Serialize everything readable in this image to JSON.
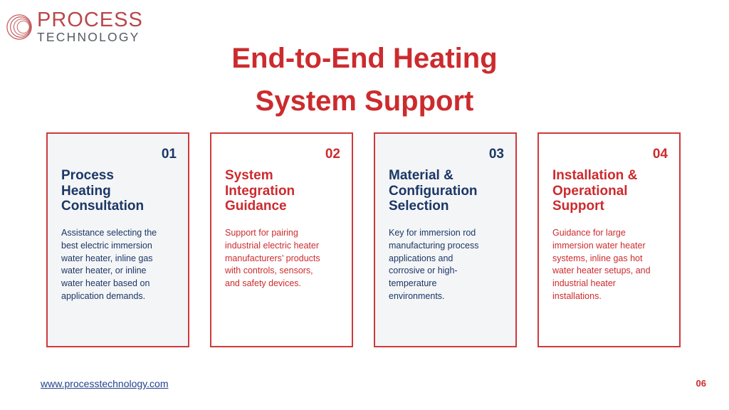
{
  "logo": {
    "line1": "PROCESS",
    "line2": "TECHNOLOGY",
    "mark_icon": "concentric-circles-logo-icon"
  },
  "title": {
    "line1": "End-to-End Heating",
    "line2": "System Support"
  },
  "cards": [
    {
      "number": "01",
      "heading_lines": [
        "Process",
        "Heating",
        "Consultation"
      ],
      "body_lines": [
        "Assistance selecting the",
        "best electric immersion",
        "water heater, inline gas",
        "water heater, or inline",
        "water heater based on",
        "application demands."
      ]
    },
    {
      "number": "02",
      "heading_lines": [
        "System",
        "Integration",
        "Guidance"
      ],
      "body_lines": [
        "Support for pairing",
        "industrial electric heater",
        "manufacturers’ products",
        "with controls, sensors,",
        "and safety devices."
      ]
    },
    {
      "number": "03",
      "heading_lines": [
        "Material &",
        "Configuration",
        "Selection"
      ],
      "body_lines": [
        "Key for immersion rod",
        "manufacturing process",
        "applications and",
        "corrosive or high-",
        "temperature",
        "environments."
      ]
    },
    {
      "number": "04",
      "heading_lines": [
        "Installation &",
        "Operational",
        "Support"
      ],
      "body_lines": [
        "Guidance for large",
        "immersion water heater",
        "systems, inline gas hot",
        "water heater setups, and",
        "industrial heater",
        "installations."
      ]
    }
  ],
  "footer": {
    "url": "www.processtechnology.com",
    "page_number": "06"
  },
  "colors": {
    "accent_red": "#cc2b2e",
    "navy": "#1b3766",
    "card_border": "#d0393b",
    "card_shade": "#f4f5f7"
  }
}
